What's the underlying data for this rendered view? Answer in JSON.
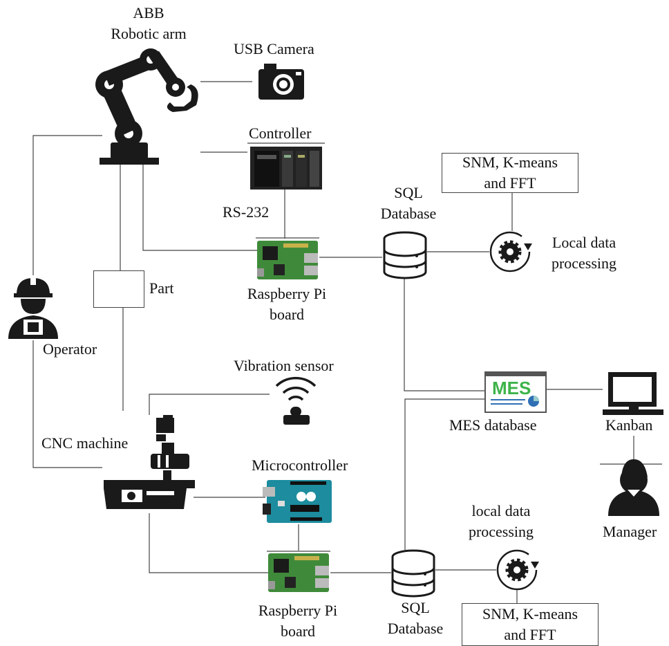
{
  "nodes": {
    "robot_arm": {
      "line1": "ABB",
      "line2": "Robotic arm"
    },
    "usb_camera": "USB Camera",
    "controller": "Controller",
    "rs232": "RS-232",
    "rpi_top": {
      "line1": "Raspberry Pi",
      "line2": "board"
    },
    "sql_top": {
      "line1": "SQL",
      "line2": "Database"
    },
    "algo_top": {
      "line1": "SNM, K-means",
      "line2": "and FFT"
    },
    "local_top": {
      "line1": "Local data",
      "line2": "processing"
    },
    "part": "Part",
    "operator": "Operator",
    "vibration_sensor": "Vibration sensor",
    "cnc_machine": "CNC machine",
    "mes_database": "MES database",
    "mes_logo_text": "MES",
    "kanban": "Kanban",
    "manager": "Manager",
    "microcontroller": "Microcontroller",
    "local_bottom": {
      "line1": "local data",
      "line2": "processing"
    },
    "rpi_bottom": {
      "line1": "Raspberry Pi",
      "line2": "board"
    },
    "sql_bottom": {
      "line1": "SQL",
      "line2": "Database"
    },
    "algo_bottom": {
      "line1": "SNM, K-means",
      "line2": "and FFT"
    }
  },
  "colors": {
    "line": "#444444",
    "icon": "#1a1a1a",
    "mes_green": "#3db34a",
    "mes_blue": "#2f6fb5",
    "arduino_teal": "#1c8c9e",
    "rpi_green": "#3f8a3a"
  },
  "icons": [
    "robot-arm-icon",
    "camera-icon",
    "controller-icon",
    "raspberry-pi-icon",
    "database-icon",
    "gear-refresh-icon",
    "worker-icon",
    "wireless-sensor-icon",
    "cnc-machine-icon",
    "mes-screen-icon",
    "monitor-icon",
    "manager-icon",
    "arduino-icon"
  ]
}
